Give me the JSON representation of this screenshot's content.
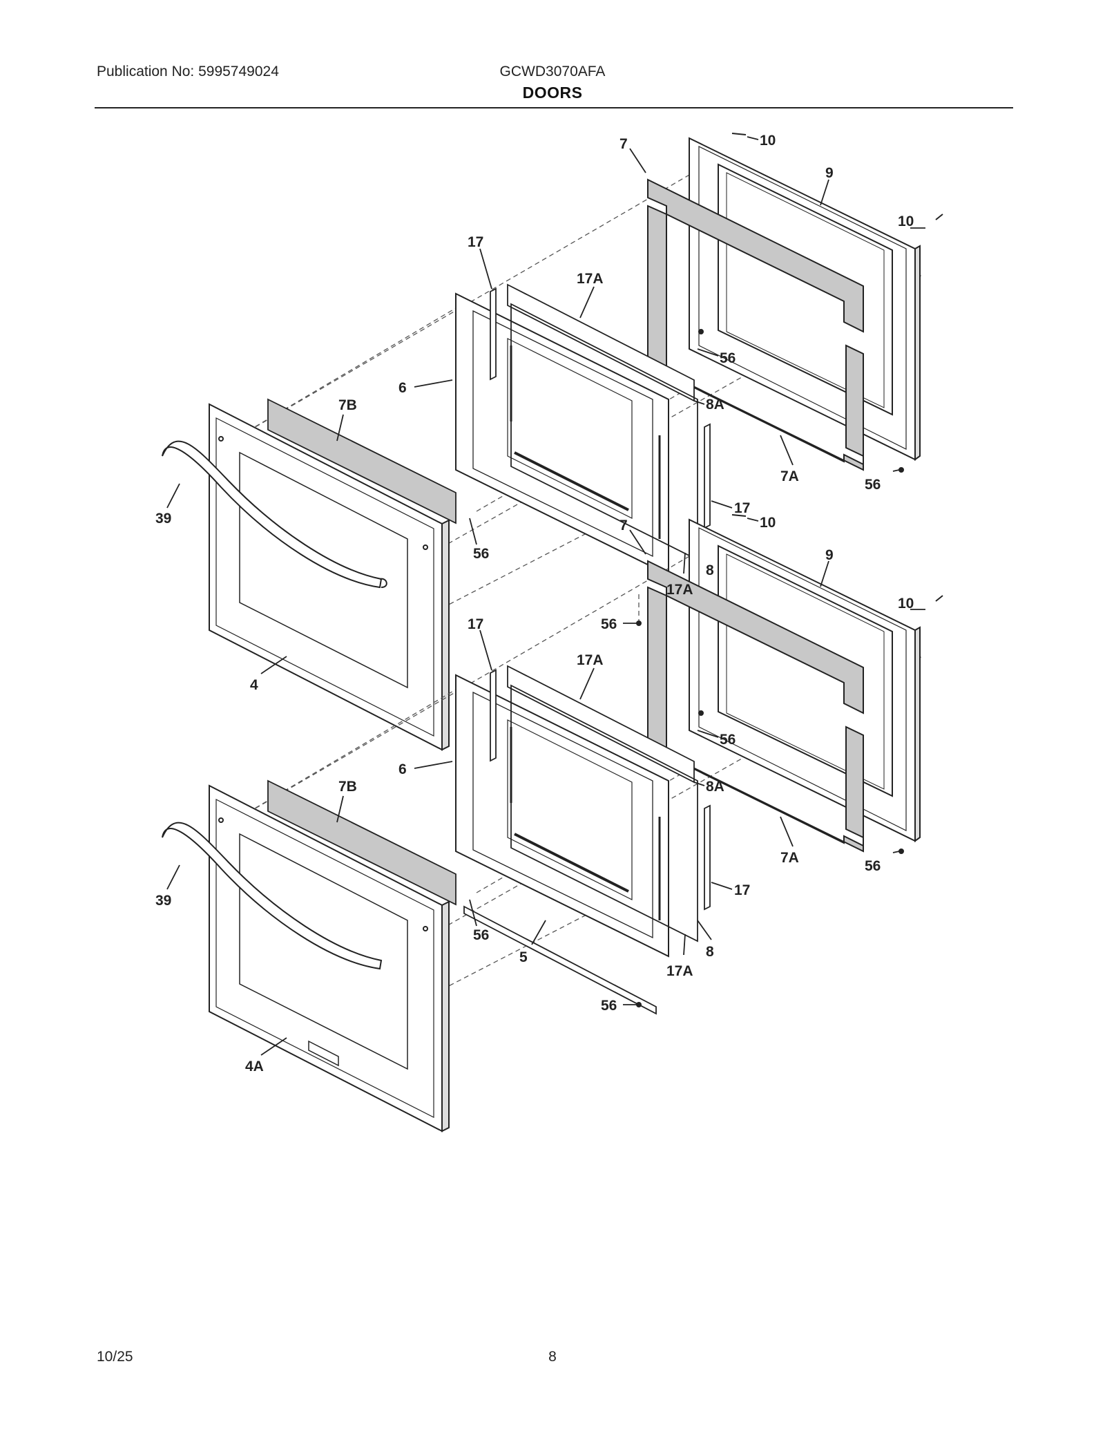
{
  "header": {
    "publication": "Publication No: 5995749024",
    "model": "GCWD3070AFA",
    "section": "DOORS"
  },
  "footer": {
    "date": "10/25",
    "page": "8"
  },
  "colors": {
    "line": "#222222",
    "gasket": "#c8c8c8",
    "paper": "#ffffff"
  },
  "assemblies": [
    {
      "id": "upper-door",
      "callouts": [
        {
          "label": "10"
        },
        {
          "label": "7"
        },
        {
          "label": "9"
        },
        {
          "label": "10"
        },
        {
          "label": "17"
        },
        {
          "label": "17A"
        },
        {
          "label": "56"
        },
        {
          "label": "6"
        },
        {
          "label": "8A"
        },
        {
          "label": "7B"
        },
        {
          "label": "7A"
        },
        {
          "label": "56"
        },
        {
          "label": "39"
        },
        {
          "label": "17"
        },
        {
          "label": "56"
        },
        {
          "label": "8"
        },
        {
          "label": "17A"
        },
        {
          "label": "56"
        },
        {
          "label": "4"
        }
      ]
    },
    {
      "id": "lower-door",
      "callouts": [
        {
          "label": "10"
        },
        {
          "label": "7"
        },
        {
          "label": "9"
        },
        {
          "label": "10"
        },
        {
          "label": "17"
        },
        {
          "label": "17A"
        },
        {
          "label": "56"
        },
        {
          "label": "6"
        },
        {
          "label": "8A"
        },
        {
          "label": "7B"
        },
        {
          "label": "7A"
        },
        {
          "label": "56"
        },
        {
          "label": "39"
        },
        {
          "label": "17"
        },
        {
          "label": "56"
        },
        {
          "label": "8"
        },
        {
          "label": "5"
        },
        {
          "label": "17A"
        },
        {
          "label": "56"
        },
        {
          "label": "4A"
        }
      ]
    }
  ]
}
